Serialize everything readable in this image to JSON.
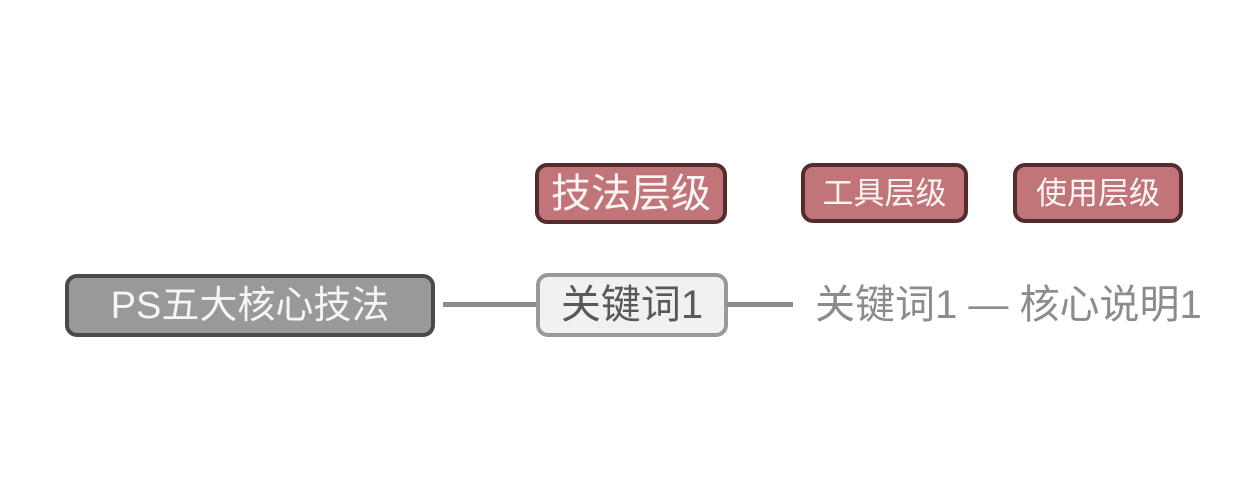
{
  "headers": [
    {
      "label": "技法层级"
    },
    {
      "label": "工具层级"
    },
    {
      "label": "使用层级"
    }
  ],
  "nodes": {
    "root": {
      "label": "PS五大核心技法"
    },
    "keyword": {
      "label": "关键词1"
    },
    "detail": {
      "label": "关键词1 — 核心说明1"
    }
  },
  "colors": {
    "canvas_bg": "#ffffff",
    "header_fill": "#c27578",
    "header_border": "#532c2e",
    "header_text": "#fbf6f6",
    "root_fill": "#999999",
    "root_border": "#4a4a4a",
    "root_text": "#f5f5f5",
    "keyword_fill": "#f1f1f1",
    "keyword_border": "#999999",
    "keyword_text": "#595959",
    "connector": "#8c8c8c",
    "detail_text": "#8c8c8c"
  }
}
